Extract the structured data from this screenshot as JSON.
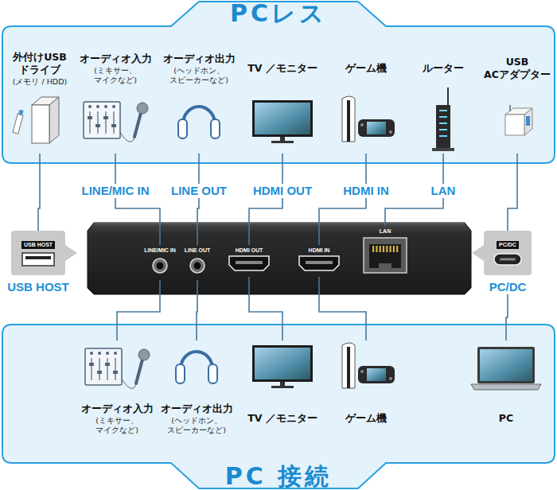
{
  "diagram": {
    "nodes": [
      {
        "text": [
          "PCレス"
        ]
      },
      {
        "text": [
          "外付けUSB ドライブ",
          "(メモリ / HDD)"
        ],
        "in": 0
      },
      {
        "text": [
          "オーディオ入力",
          "(ミキサー、 マイクなど)"
        ],
        "in": 0
      },
      {
        "text": [
          "オーディオ出力",
          "(ヘッドホン、 スピーカーなど)"
        ],
        "in": 0
      },
      {
        "text": [
          "TV ／モニター"
        ],
        "in": 0
      },
      {
        "text": [
          "ゲーム機"
        ],
        "in": 0
      },
      {
        "text": [
          "ルーター"
        ],
        "in": 0
      },
      {
        "text": [
          "USB ACアダプター"
        ],
        "in": 0
      },
      {
        "text": [
          "USB HOST",
          "USB HOST"
        ]
      },
      {
        "text": [
          "LINE/MIC IN"
        ]
      },
      {
        "text": [
          "LINE OUT"
        ]
      },
      {
        "text": [
          "HDMI OUT"
        ]
      },
      {
        "text": [
          "HDMI IN"
        ]
      },
      {
        "text": [
          "LAN"
        ]
      },
      {
        "text": [
          "PC/DC",
          "PC/DC"
        ]
      },
      {
        "text": [
          "PC 接続"
        ]
      },
      {
        "text": [
          "オーディオ入力",
          "(ミキサー、 マイクなど)"
        ],
        "in": 15
      },
      {
        "text": [
          "オーディオ出力",
          "(ヘッドホン、 スピーカーなど)"
        ],
        "in": 15
      },
      {
        "text": [
          "TV ／モニター"
        ],
        "in": 15
      },
      {
        "text": [
          "ゲーム機"
        ],
        "in": 15
      },
      {
        "text": [
          "PC"
        ],
        "in": 15
      }
    ],
    "edges": [
      {
        "from": 1,
        "to": 8,
        "arrow": "none"
      },
      {
        "from": 2,
        "to": 9,
        "label": "LINE/MIC IN",
        "arrow": "none"
      },
      {
        "from": 3,
        "to": 10,
        "label": "LINE OUT",
        "arrow": "none"
      },
      {
        "from": 4,
        "to": 11,
        "label": "HDMI OUT",
        "arrow": "none"
      },
      {
        "from": 5,
        "to": 12,
        "label": "HDMI IN",
        "arrow": "none"
      },
      {
        "from": 6,
        "to": 13,
        "label": "LAN",
        "arrow": "none"
      },
      {
        "from": 7,
        "to": 14,
        "arrow": "none"
      },
      {
        "from": 9,
        "to": 16,
        "arrow": "none"
      },
      {
        "from": 10,
        "to": 17,
        "arrow": "none"
      },
      {
        "from": 11,
        "to": 18,
        "arrow": "none"
      },
      {
        "from": 12,
        "to": 19,
        "arrow": "none"
      },
      {
        "from": 14,
        "to": 20,
        "arrow": "none"
      }
    ]
  }
}
